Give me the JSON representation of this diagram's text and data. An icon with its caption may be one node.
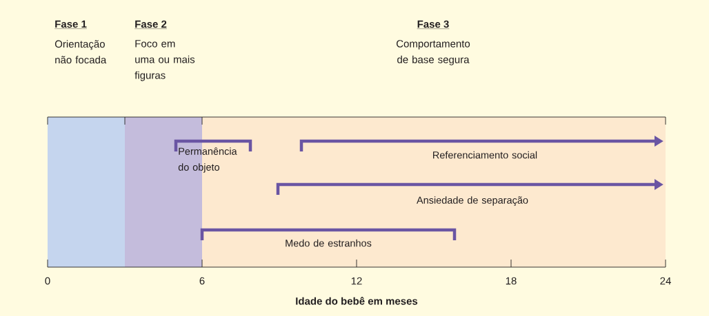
{
  "diagram": {
    "nodes": [
      {
        "text": [
          "Fase 1",
          "Orientação não focada"
        ]
      },
      {
        "text": [
          "Fase 2",
          "Foco em uma ou mais figuras"
        ]
      },
      {
        "text": [
          "Fase 3",
          "Comportamento de base segura"
        ]
      },
      {
        "text": [
          "Permanência do objeto"
        ]
      },
      {
        "text": [
          "Referenciamento social"
        ],
        "in": 2
      },
      {
        "text": [
          "Ansiedade de separação"
        ],
        "in": 2
      },
      {
        "text": [
          "Medo de estranhos"
        ],
        "in": 2
      }
    ],
    "edges": [],
    "labels": [
      "0",
      "6",
      "12",
      "18",
      "24",
      "Idade do bebê em meses"
    ]
  }
}
